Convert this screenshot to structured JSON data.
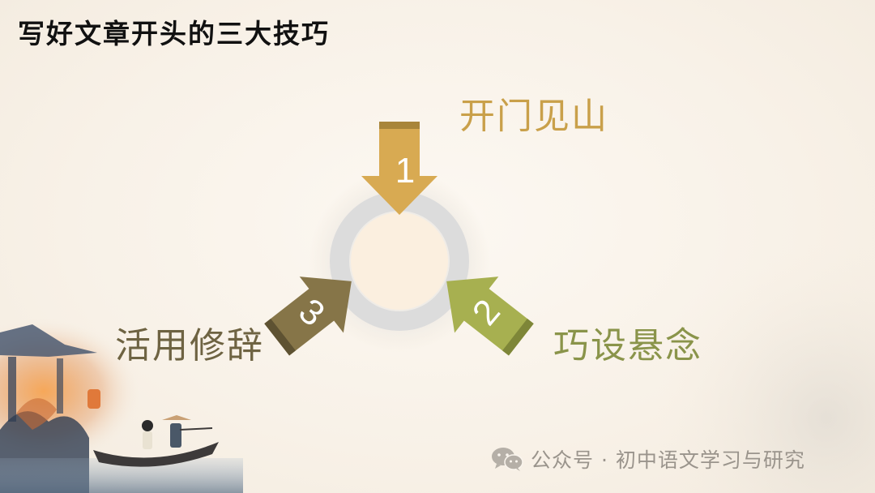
{
  "slide": {
    "title": "写好文章开头的三大技巧",
    "steps": [
      {
        "number": "1",
        "label": "开门见山",
        "color": "#c9a04a"
      },
      {
        "number": "2",
        "label": "巧设悬念",
        "color": "#8a944a"
      },
      {
        "number": "3",
        "label": "活用修辞",
        "color": "#6e6342"
      }
    ],
    "arrow_colors": {
      "arrow1": "#d8aa52",
      "arrow2": "#a7b050",
      "arrow3": "#867548"
    },
    "ring_color": "#dcdcdc",
    "core_color": "#fbefdf"
  },
  "watermark": {
    "icon": "wechat-icon",
    "text": "公众号 · 初中语文学习与研究"
  }
}
